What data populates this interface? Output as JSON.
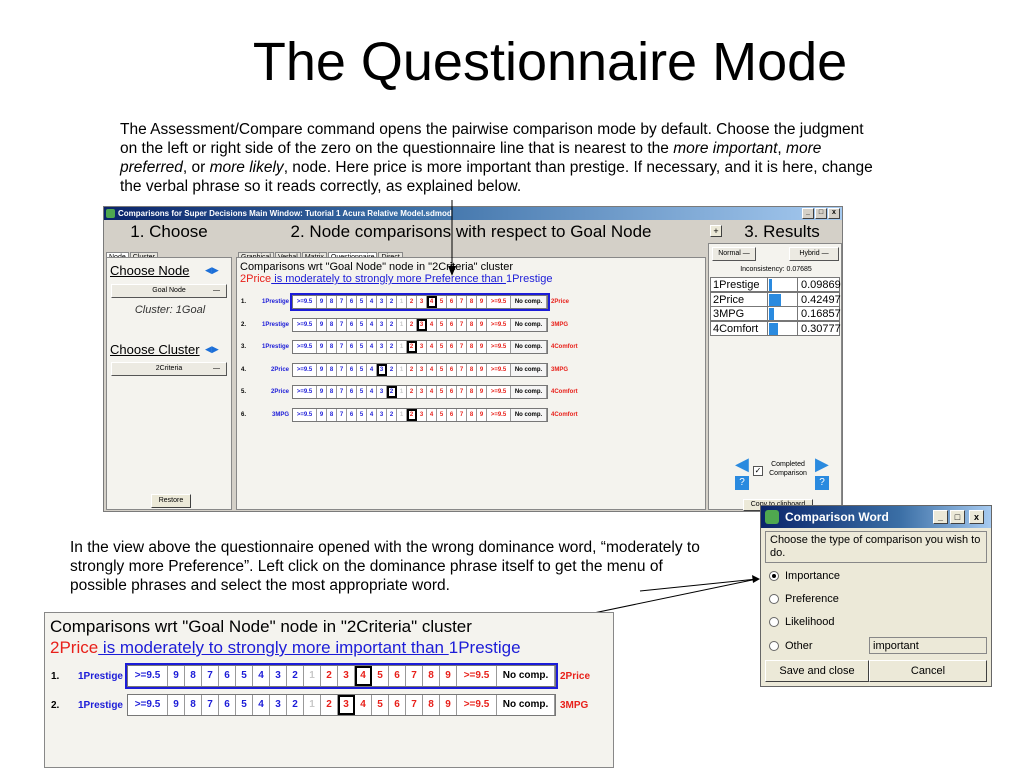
{
  "slide": {
    "title": "The Questionnaire Mode",
    "intro_1": "The Assessment/Compare command opens the pairwise comparison mode by default. Choose the judgment on the left or right side of  the zero on the questionnaire line that is nearest to the ",
    "intro_em1": "more important",
    "intro_2": ", ",
    "intro_em2": "more preferred",
    "intro_3": ", or ",
    "intro_em3": "more likely",
    "intro_4": ", node.  Here price is more important than prestige. If necessary, and it is here, change the verbal phrase so it reads correctly, as explained below.",
    "note": "In the view above the questionnaire opened with the wrong dominance word, “moderately to strongly more Preference”. Left click on the dominance phrase itself to get the menu of possible phrases and select the most appropriate word."
  },
  "window": {
    "title": "Comparisons for Super Decisions Main Window: Tutorial 1 Acura Relative Model.sdmod",
    "controls": {
      "min": "_",
      "max": "□",
      "close": "x"
    },
    "choose": {
      "heading": "1. Choose",
      "tabs": [
        "Node",
        "Cluster"
      ],
      "choose_node_label": "Choose Node",
      "node_value": "Goal Node",
      "cluster_text": "Cluster: 1Goal",
      "choose_cluster_label": "Choose Cluster",
      "cluster_value": "2Criteria",
      "restore_label": "Restore"
    },
    "compare": {
      "heading": "2. Node comparisons with respect to Goal Node",
      "tabs": [
        "Graphical",
        "Verbal",
        "Matrix",
        "Questionnaire",
        "Direct"
      ],
      "header_line": "Comparisons wrt \"Goal Node\" node in \"2Criteria\" cluster",
      "phrase_left": "2Price",
      "phrase_mid": " is moderately to strongly more Preference than ",
      "phrase_right": "1Prestige",
      "scale_left": ">=9.5",
      "scale_right": ">=9.5",
      "no_comp": "No comp.",
      "left_nums": [
        "9",
        "8",
        "7",
        "6",
        "5",
        "4",
        "3",
        "2"
      ],
      "zero": "1",
      "right_nums": [
        "2",
        "3",
        "4",
        "5",
        "6",
        "7",
        "8",
        "9"
      ],
      "rows": [
        {
          "n": "1.",
          "left": "1Prestige",
          "right": "2Price",
          "selected_side": "right",
          "selected_value": 4
        },
        {
          "n": "2.",
          "left": "1Prestige",
          "right": "3MPG",
          "selected_side": "right",
          "selected_value": 3
        },
        {
          "n": "3.",
          "left": "1Prestige",
          "right": "4Comfort",
          "selected_side": "right",
          "selected_value": 2
        },
        {
          "n": "4.",
          "left": "2Price",
          "right": "3MPG",
          "selected_side": "left",
          "selected_value": 3
        },
        {
          "n": "5.",
          "left": "2Price",
          "right": "4Comfort",
          "selected_side": "left",
          "selected_value": 2
        },
        {
          "n": "6.",
          "left": "3MPG",
          "right": "4Comfort",
          "selected_side": "right",
          "selected_value": 2
        }
      ]
    },
    "results": {
      "heading": "3. Results",
      "plus": "+",
      "mode_left": "Normal",
      "mode_right": "Hybrid",
      "inconsistency": "Inconsistency: 0.07685",
      "items": [
        {
          "name": "1Prestige",
          "value": "0.09869",
          "fraction": 0.09869
        },
        {
          "name": "2Price",
          "value": "0.42497",
          "fraction": 0.42497
        },
        {
          "name": "3MPG",
          "value": "0.16857",
          "fraction": 0.16857
        },
        {
          "name": "4Comfort",
          "value": "0.30777",
          "fraction": 0.30777
        }
      ],
      "completed_label": "Completed Comparison",
      "copy_label": "Copy to clipboard",
      "help_glyph": "?"
    }
  },
  "dialog": {
    "title": "Comparison Word",
    "prompt": "Choose the type of comparison you wish to do.",
    "options": [
      "Importance",
      "Preference",
      "Likelihood",
      "Other"
    ],
    "selected": "Importance",
    "other_value": "important",
    "save_label": "Save and close",
    "cancel_label": "Cancel"
  },
  "zoom": {
    "header_line": "Comparisons wrt \"Goal Node\" node in \"2Criteria\" cluster",
    "phrase_left": "2Price",
    "phrase_mid": " is moderately to strongly more important than ",
    "phrase_right": "1Prestige",
    "rows": [
      {
        "n": "1.",
        "left": "1Prestige",
        "right": "2Price",
        "selected_side": "right",
        "selected_value": 4
      },
      {
        "n": "2.",
        "left": "1Prestige",
        "right": "3MPG",
        "selected_side": "right",
        "selected_value": 3
      }
    ]
  }
}
